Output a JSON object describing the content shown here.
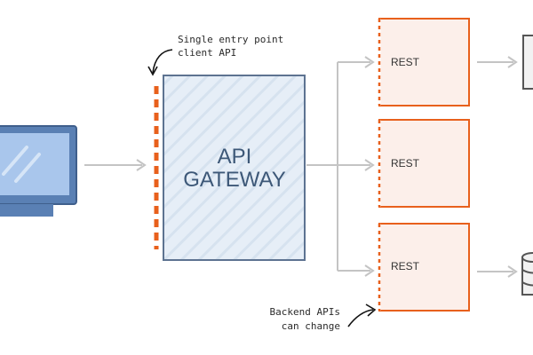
{
  "gateway": {
    "title_line1": "API",
    "title_line2": "GATEWAY"
  },
  "annotations": {
    "entry_line1": "Single entry point",
    "entry_line2": "client API",
    "backend_line1": "Backend APIs",
    "backend_line2": "can change"
  },
  "services": [
    {
      "label": "REST"
    },
    {
      "label": "REST"
    },
    {
      "label": "REST"
    }
  ],
  "icons": {
    "client": "monitor-icon",
    "right_top": "server-box-icon",
    "right_bottom": "database-icon"
  },
  "colors": {
    "accent_orange": "#e8601c",
    "gateway_fill": "#e6eef7",
    "gateway_stroke": "#5d7391",
    "service_fill": "#fcefea",
    "monitor_blue": "#5a80b4",
    "arrow_gray": "#c4c4c4"
  }
}
